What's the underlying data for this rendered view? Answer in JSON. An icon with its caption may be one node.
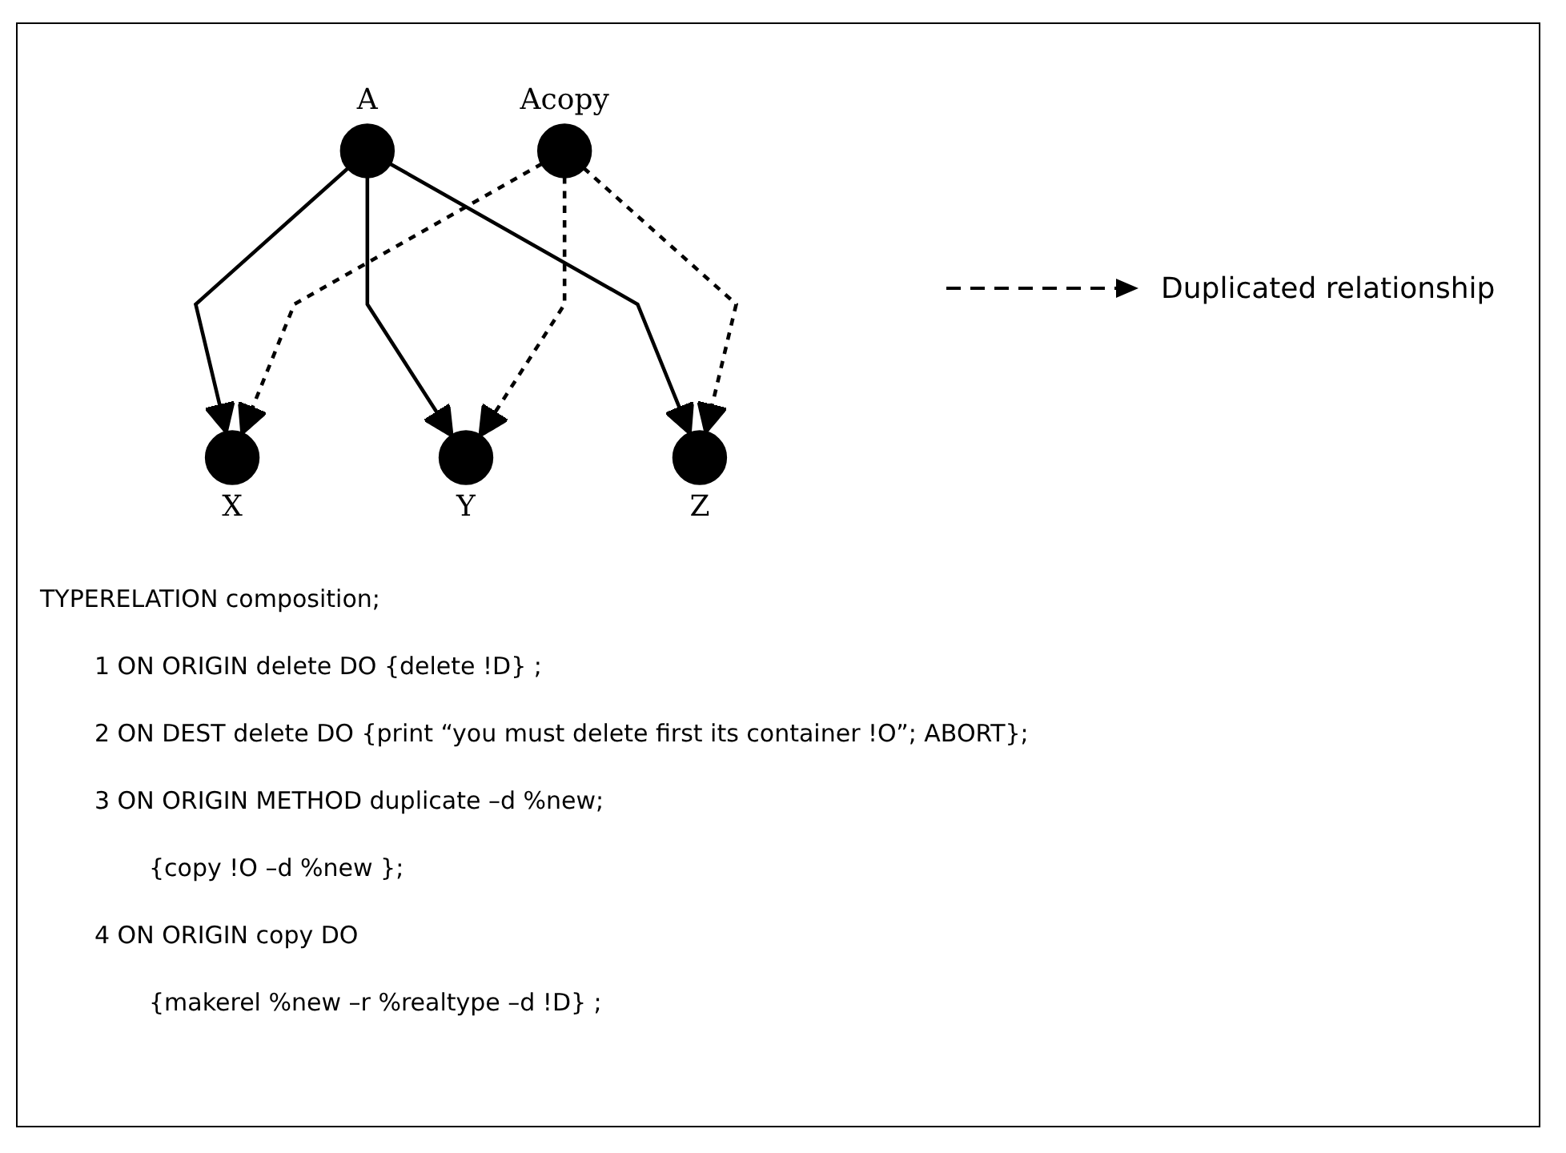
{
  "diagram": {
    "nodes": [
      {
        "text": [],
        "shape": "circle",
        "beside": [
          "A"
        ]
      },
      {
        "text": [],
        "shape": "circle",
        "beside": [
          "Acopy"
        ]
      },
      {
        "text": [],
        "shape": "circle",
        "beside": [
          "X"
        ]
      },
      {
        "text": [],
        "shape": "circle",
        "beside": [
          "Y"
        ]
      },
      {
        "text": [],
        "shape": "circle",
        "beside": [
          "Z"
        ]
      }
    ],
    "edges": [
      {
        "from": 0,
        "to": 2,
        "arrow": "to"
      },
      {
        "from": 0,
        "to": 3,
        "arrow": "to"
      },
      {
        "from": 0,
        "to": 4,
        "arrow": "to"
      },
      {
        "from": 1,
        "to": 2,
        "arrow": "to",
        "style": "dashed"
      },
      {
        "from": 1,
        "to": 3,
        "arrow": "to",
        "style": "dashed"
      },
      {
        "from": 1,
        "to": 4,
        "arrow": "to",
        "style": "dashed"
      }
    ],
    "labels": [
      "TYPERELATION composition;",
      "1 ON ORIGIN delete DO {delete !D} ;",
      "2 ON DEST delete DO {print “you must delete first its container !O”; ABORT};",
      "3 ON ORIGIN METHOD duplicate –d %new;",
      "{copy !O –d %new };",
      "4 ON ORIGIN copy DO",
      "{makerel %new –r %realtype –d !D} ;"
    ],
    "legend": [
      {
        "text": "Duplicated relationship"
      }
    ]
  }
}
